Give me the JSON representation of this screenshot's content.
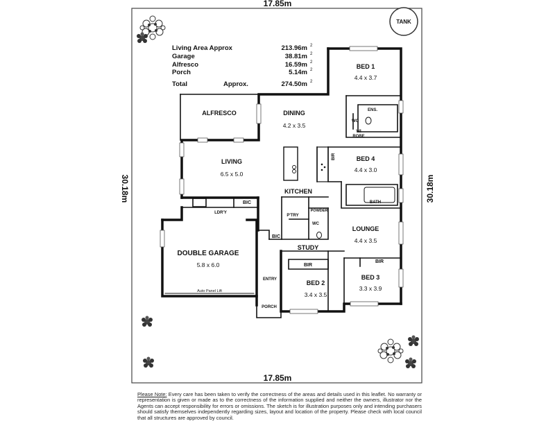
{
  "dimensions": {
    "top": "17.85m",
    "bottom": "17.85m",
    "left": "30.18m",
    "right": "30.18m"
  },
  "tank_label": "TANK",
  "areas": [
    {
      "label": "Living Area Approx",
      "value": "213.96m",
      "sup": "2"
    },
    {
      "label": "Garage",
      "value": "38.81m",
      "sup": "2"
    },
    {
      "label": "Alfresco",
      "value": "16.59m",
      "sup": "2"
    },
    {
      "label": "Porch",
      "value": "5.14m",
      "sup": "2"
    }
  ],
  "total": {
    "label": "Total",
    "approx": "Approx.",
    "value": "274.50m",
    "sup": "2"
  },
  "rooms": {
    "bed1": {
      "name": "BED 1",
      "size": "4.4 x 3.7"
    },
    "ens": "ENS.",
    "wc_ens": "WC",
    "wi_robe": "WI\nROBE",
    "alfresco": "ALFRESCO",
    "dining": {
      "name": "DINING",
      "size": "4.2 x 3.5"
    },
    "living": {
      "name": "LIVING",
      "size": "6.5 x 5.0"
    },
    "bir_kitchen": "BIR",
    "bed4": {
      "name": "BED 4",
      "size": "4.4 x 3.0"
    },
    "kitchen": "KITCHEN",
    "bath": "BATH",
    "ldry": "LDR'Y",
    "bic_ldry": "BIC",
    "pantry": "P'TRY",
    "powder": "POWDER",
    "wc_powder": "WC",
    "lounge": {
      "name": "LOUNGE",
      "size": "4.4 x 3.5"
    },
    "bic_study": "BIC",
    "study": "STUDY",
    "garage": {
      "name": "DOUBLE GARAGE",
      "size": "5.8 x 6.0"
    },
    "bir_bed2": "BIR",
    "bir_bed3": "BIR",
    "entry": "ENTRY",
    "bed2": {
      "name": "BED 2",
      "size": "3.4 x 3.5"
    },
    "bed3": {
      "name": "BED 3",
      "size": "3.3 x 3.9"
    },
    "auto_panel": "Auto Panel Lift",
    "porch": "PORCH"
  },
  "note": {
    "label": "Please Note:",
    "text": " Every care has been taken to verify the correctness of the areas and details used in this leaflet. No warranty or representation is given or made as to the correctness of the information supplied and neither the owners, illustrator nor the Agents can accept responsibility for errors or omissions. The sketch is for illustration purposes only and intending purchasers should satisfy themselves independently regarding sizes, layout and location of the property. Please check with local council that all structures are approved by council."
  }
}
